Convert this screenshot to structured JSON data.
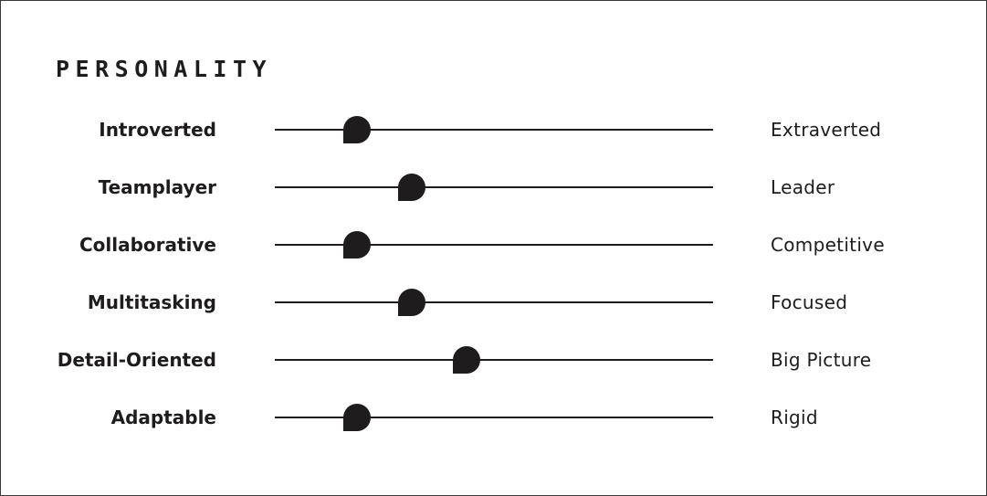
{
  "title": "PERSONALITY",
  "colors": {
    "ink": "#1e1c1d",
    "background": "#ffffff",
    "border": "#3a3a3a"
  },
  "thumb_shape": "teardrop-thumb",
  "scales": [
    {
      "left": "Introverted",
      "right": "Extraverted",
      "value": 0.1875
    },
    {
      "left": "Teamplayer",
      "right": "Leader",
      "value": 0.3125
    },
    {
      "left": "Collaborative",
      "right": "Competitive",
      "value": 0.1875
    },
    {
      "left": "Multitasking",
      "right": "Focused",
      "value": 0.3125
    },
    {
      "left": "Detail-Oriented",
      "right": "Big Picture",
      "value": 0.4375
    },
    {
      "left": "Adaptable",
      "right": "Rigid",
      "value": 0.1875
    }
  ]
}
